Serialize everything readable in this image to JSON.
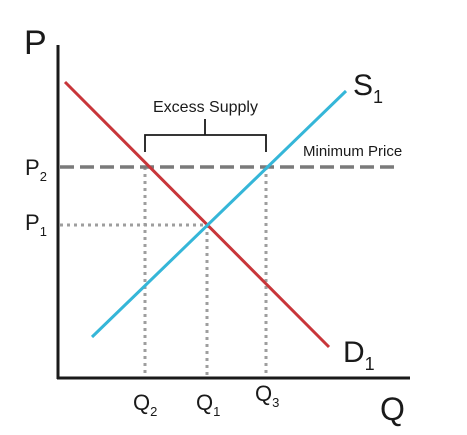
{
  "diagram": {
    "axis_labels": {
      "y": "P",
      "x": "Q"
    },
    "curves": {
      "supply": {
        "label": "S",
        "subscript": "1",
        "color": "#35b6d8"
      },
      "demand": {
        "label": "D",
        "subscript": "1",
        "color": "#c8363a"
      }
    },
    "price_levels": [
      {
        "label": "P",
        "subscript": "2"
      },
      {
        "label": "P",
        "subscript": "1"
      }
    ],
    "quantity_levels": [
      {
        "label": "Q",
        "subscript": "2"
      },
      {
        "label": "Q",
        "subscript": "1"
      },
      {
        "label": "Q",
        "subscript": "3"
      }
    ],
    "annotations": {
      "excess_supply": "Excess Supply",
      "minimum_price": "Minimum Price"
    },
    "colors": {
      "axis": "#1a1a1a",
      "guide": "#9e9e9e",
      "price_floor": "#7a7a7a",
      "text": "#1a1a1a"
    }
  }
}
